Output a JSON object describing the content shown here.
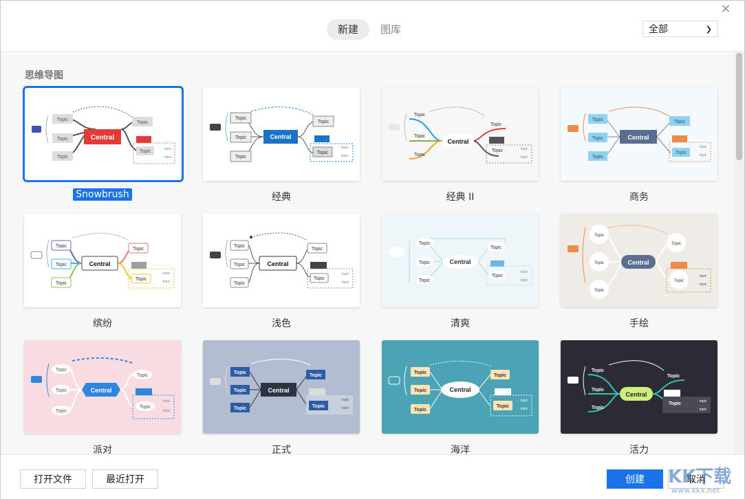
{
  "header": {
    "tabs": [
      {
        "label": "新建",
        "active": true
      },
      {
        "label": "图库",
        "active": false
      }
    ],
    "filter": {
      "selected": "全部"
    },
    "close_icon": "close-icon"
  },
  "section": {
    "title": "思维导图"
  },
  "templates": [
    {
      "name": "Snowbrush",
      "selected": true
    },
    {
      "name": "经典"
    },
    {
      "name": "经典 II"
    },
    {
      "name": "商务"
    },
    {
      "name": "缤纷"
    },
    {
      "name": "浅色"
    },
    {
      "name": "清爽"
    },
    {
      "name": "手绘"
    },
    {
      "name": "派对"
    },
    {
      "name": "正式"
    },
    {
      "name": "海洋"
    },
    {
      "name": "活力"
    }
  ],
  "preview_text": {
    "central": "Central",
    "topic": "Topic",
    "subtopic": "topic"
  },
  "footer": {
    "open_file": "打开文件",
    "recent": "最近打开",
    "create": "创建",
    "cancel": "取消"
  },
  "watermark": {
    "main": "KK下载",
    "url": "www.kkx.net"
  },
  "colors": {
    "accent": "#1a73e8"
  }
}
